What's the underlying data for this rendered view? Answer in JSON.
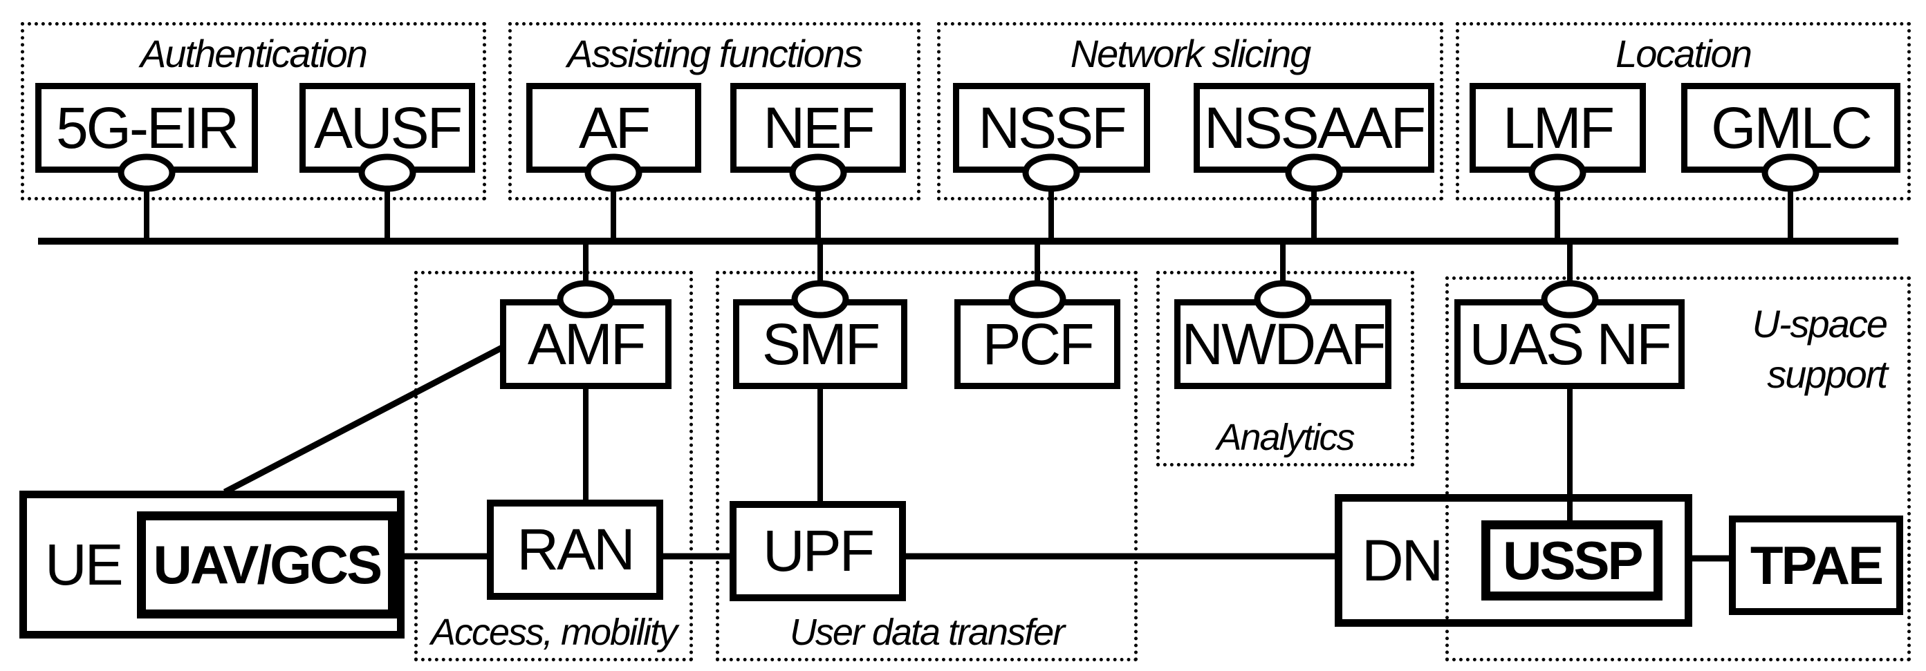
{
  "groups": {
    "authentication": {
      "label": "Authentication"
    },
    "assisting_functions": {
      "label": "Assisting functions"
    },
    "network_slicing": {
      "label": "Network slicing"
    },
    "location": {
      "label": "Location"
    },
    "access_mobility": {
      "label": "Access, mobility"
    },
    "user_data_transfer": {
      "label": "User data transfer"
    },
    "analytics": {
      "label": "Analytics"
    },
    "u_space_support": {
      "label_line1": "U-space",
      "label_line2": "support"
    }
  },
  "nodes": {
    "eir": {
      "label": "5G-EIR"
    },
    "ausf": {
      "label": "AUSF"
    },
    "af": {
      "label": "AF"
    },
    "nef": {
      "label": "NEF"
    },
    "nssf": {
      "label": "NSSF"
    },
    "nssaaf": {
      "label": "NSSAAF"
    },
    "lmf": {
      "label": "LMF"
    },
    "gmlc": {
      "label": "GMLC"
    },
    "amf": {
      "label": "AMF"
    },
    "smf": {
      "label": "SMF"
    },
    "pcf": {
      "label": "PCF"
    },
    "nwdaf": {
      "label": "NWDAF"
    },
    "uas_nf": {
      "label": "UAS NF"
    },
    "ue": {
      "label": "UE"
    },
    "uav_gcs": {
      "label": "UAV/GCS"
    },
    "ran": {
      "label": "RAN"
    },
    "upf": {
      "label": "UPF"
    },
    "dn": {
      "label": "DN"
    },
    "ussp": {
      "label": "USSP"
    },
    "tpae": {
      "label": "TPAE"
    }
  },
  "colors": {
    "line": "#000000",
    "background": "#ffffff",
    "text": "#000000"
  }
}
